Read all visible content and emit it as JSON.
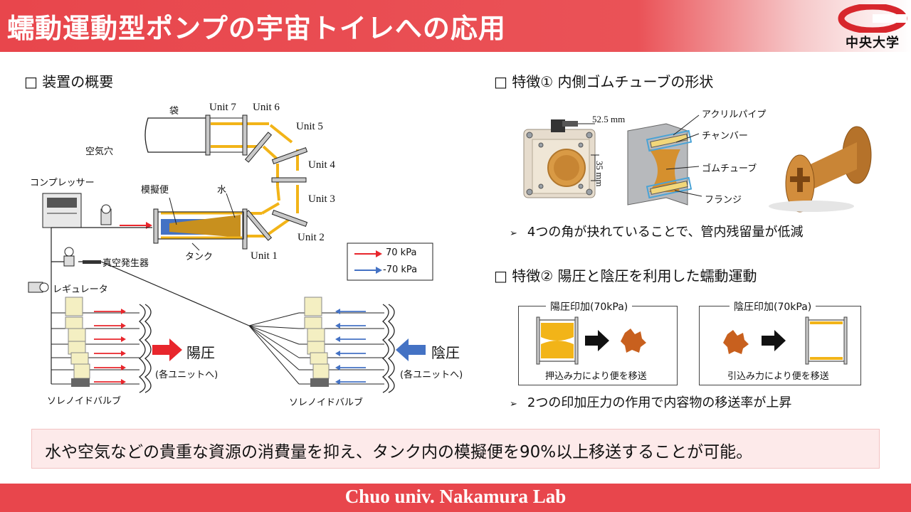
{
  "header": {
    "title": "蠕動運動型ポンプの宇宙トイレへの応用"
  },
  "logo": {
    "text": "中央大学",
    "color": "#d7262c"
  },
  "left": {
    "heading": "□ 装置の概要",
    "labels": {
      "bag": "袋",
      "air_hole": "空気穴",
      "compressor": "コンプレッサー",
      "simulated_feces": "模擬便",
      "water": "水",
      "tank": "タンク",
      "vacuum_generator": "真空発生器",
      "regulator": "レギュレータ",
      "solenoid_left": "ソレノイドバルブ",
      "solenoid_right": "ソレノイドバルブ"
    },
    "units": [
      "Unit 7",
      "Unit 6",
      "Unit 5",
      "Unit 4",
      "Unit 3",
      "Unit 2",
      "Unit 1"
    ],
    "legend": {
      "pos": "70 kPa",
      "neg": "-70 kPa",
      "pos_color": "#e8262c",
      "neg_color": "#4472c4"
    },
    "positive": {
      "label": "陽圧",
      "sub": "(各ユニットへ)"
    },
    "negative": {
      "label": "陰圧",
      "sub": "(各ユニットへ)"
    }
  },
  "right": {
    "feature1": {
      "heading": "□ 特徴① 内側ゴムチューブの形状",
      "dim_width": "52.5 mm",
      "dim_height": "35 mm",
      "labels": {
        "acrylic_pipe": "アクリルパイプ",
        "chamber": "チャンバー",
        "rubber_tube": "ゴムチューブ",
        "flange": "フランジ"
      },
      "bullet": "4つの角が抉れていることで、管内残留量が低減"
    },
    "feature2": {
      "heading": "□ 特徴② 陽圧と陰圧を利用した蠕動運動",
      "box_pos": {
        "title": "陽圧印加(70kPa)",
        "caption": "押込み力により便を移送"
      },
      "box_neg": {
        "title": "陰圧印加(70kPa)",
        "caption": "引込み力により便を移送"
      },
      "bullet": "2つの印加圧力の作用で内容物の移送率が上昇"
    }
  },
  "summary": "水や空気などの貴重な資源の消費量を抑え、タンク内の模擬便を90%以上移送することが可能。",
  "footer": "Chuo univ. Nakamura Lab",
  "colors": {
    "accent": "#e8464c",
    "gold": "#f2b418",
    "brown": "#c8701e"
  }
}
